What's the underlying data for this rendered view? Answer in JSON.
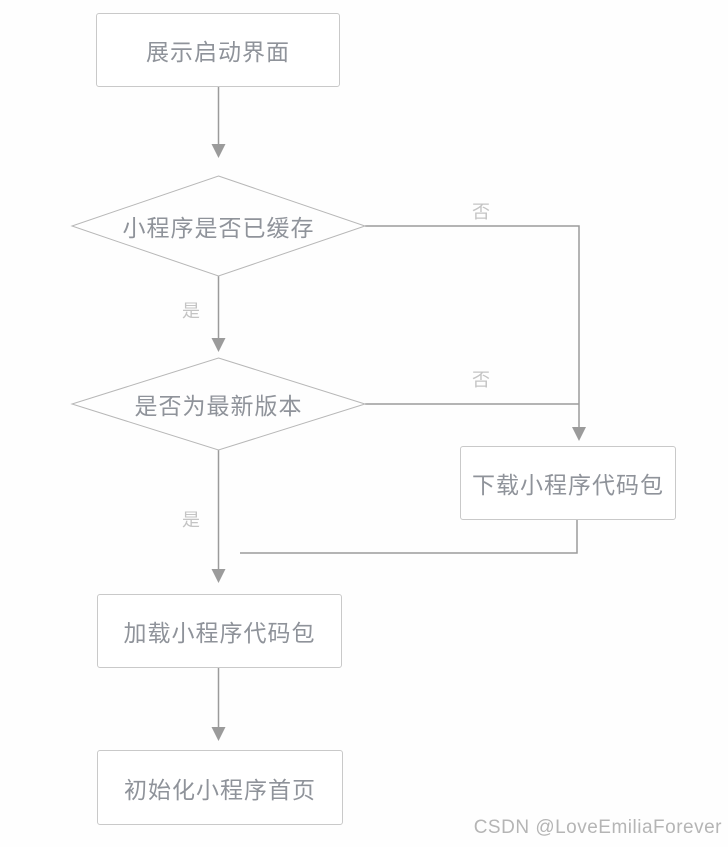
{
  "diagram": {
    "nodes": [
      {
        "id": "show-splash",
        "type": "process",
        "label": "展示启动界面"
      },
      {
        "id": "is-cached",
        "type": "decision",
        "label": "小程序是否已缓存"
      },
      {
        "id": "is-latest",
        "type": "decision",
        "label": "是否为最新版本"
      },
      {
        "id": "download-package",
        "type": "process",
        "label": "下载小程序代码包"
      },
      {
        "id": "load-package",
        "type": "process",
        "label": "加载小程序代码包"
      },
      {
        "id": "init-homepage",
        "type": "process",
        "label": "初始化小程序首页"
      }
    ],
    "edges": [
      {
        "from": "show-splash",
        "to": "is-cached",
        "label": ""
      },
      {
        "from": "is-cached",
        "to": "is-latest",
        "label": "是"
      },
      {
        "from": "is-cached",
        "to": "download-package",
        "label": "否"
      },
      {
        "from": "is-latest",
        "to": "download-package",
        "label": "否"
      },
      {
        "from": "is-latest",
        "to": "load-package",
        "label": "是"
      },
      {
        "from": "download-package",
        "to": "load-package",
        "label": ""
      },
      {
        "from": "load-package",
        "to": "init-homepage",
        "label": ""
      }
    ]
  },
  "watermark": {
    "text": "CSDN @LoveEmiliaForever"
  },
  "colors": {
    "bg": "#fefefe",
    "line": "#9b9b9b",
    "box_border": "#c9c9c9",
    "diamond_border": "#b7b7b7",
    "node_text": "#8f939a",
    "edge_label_text": "#c4c4c4",
    "watermark_text": "#b5b5b5"
  }
}
